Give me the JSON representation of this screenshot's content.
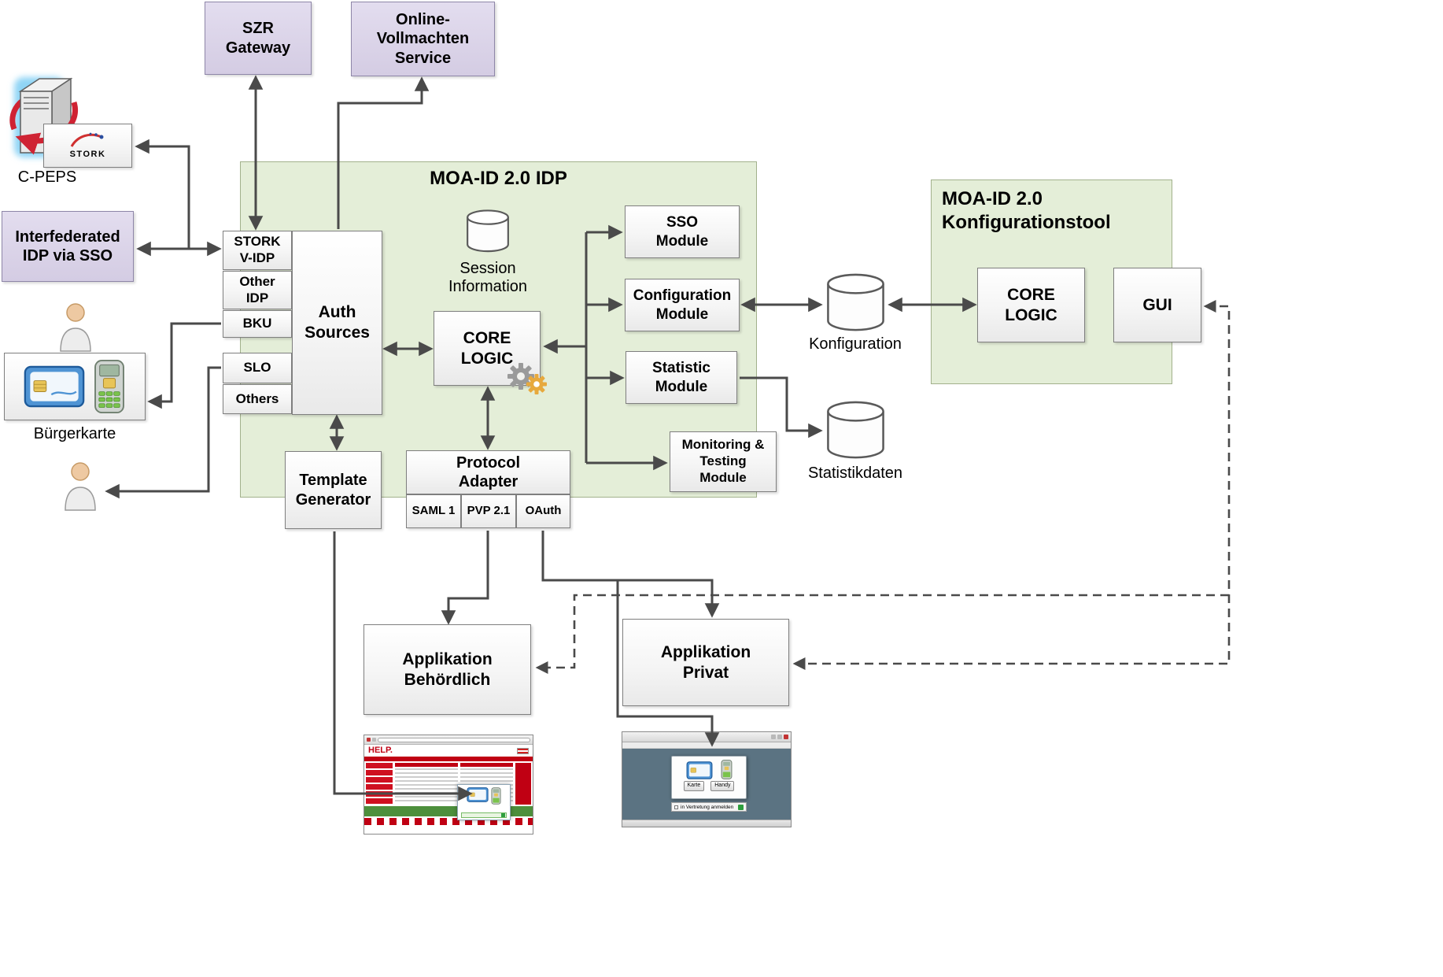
{
  "palette": {
    "container_green": "#e4eed8",
    "external_purple": "#ddd6e9",
    "box_border": "#7f7f7f",
    "arrow": "#4a4a4a",
    "accent_red": "#cc0013",
    "gear_orange": "#e7a93d"
  },
  "external": {
    "szr_gateway": "SZR\nGateway",
    "online_vollmachten": "Online-\nVollmachten\nService",
    "stork_badge": "STORK",
    "c_peps": "C-PEPS",
    "interfederated_idp": "Interfederated\nIDP via SSO",
    "buergerkarte": "Bürgerkarte"
  },
  "idp": {
    "title": "MOA-ID 2.0 IDP",
    "stork_vidp": "STORK\nV-IDP",
    "other_idp": "Other\nIDP",
    "bku": "BKU",
    "slo": "SLO",
    "others": "Others",
    "auth_sources": "Auth\nSources",
    "session_information": "Session\nInformation",
    "core_logic": "CORE\nLOGIC",
    "sso_module": "SSO\nModule",
    "configuration_module": "Configuration\nModule",
    "statistic_module": "Statistic\nModule",
    "monitoring_module": "Monitoring &\nTesting\nModule",
    "template_generator": "Template\nGenerator",
    "protocol_adapter": "Protocol\nAdapter",
    "saml1": "SAML 1",
    "pvp21": "PVP 2.1",
    "oauth": "OAuth"
  },
  "konfigtool": {
    "title": "MOA-ID 2.0\nKonfigurationstool",
    "core_logic": "CORE\nLOGIC",
    "gui": "GUI"
  },
  "datastores": {
    "konfiguration": "Konfiguration",
    "statistikdaten": "Statistikdaten"
  },
  "applications": {
    "behoerdlich": "Applikation\nBehördlich",
    "privat": "Applikation\nPrivat"
  },
  "screenshots": {
    "help": {
      "logo": "HELP."
    },
    "dialog": {
      "card_button": "Karte",
      "phone_button": "Handy",
      "checkbox_label": "in Vertretung anmelden"
    }
  }
}
